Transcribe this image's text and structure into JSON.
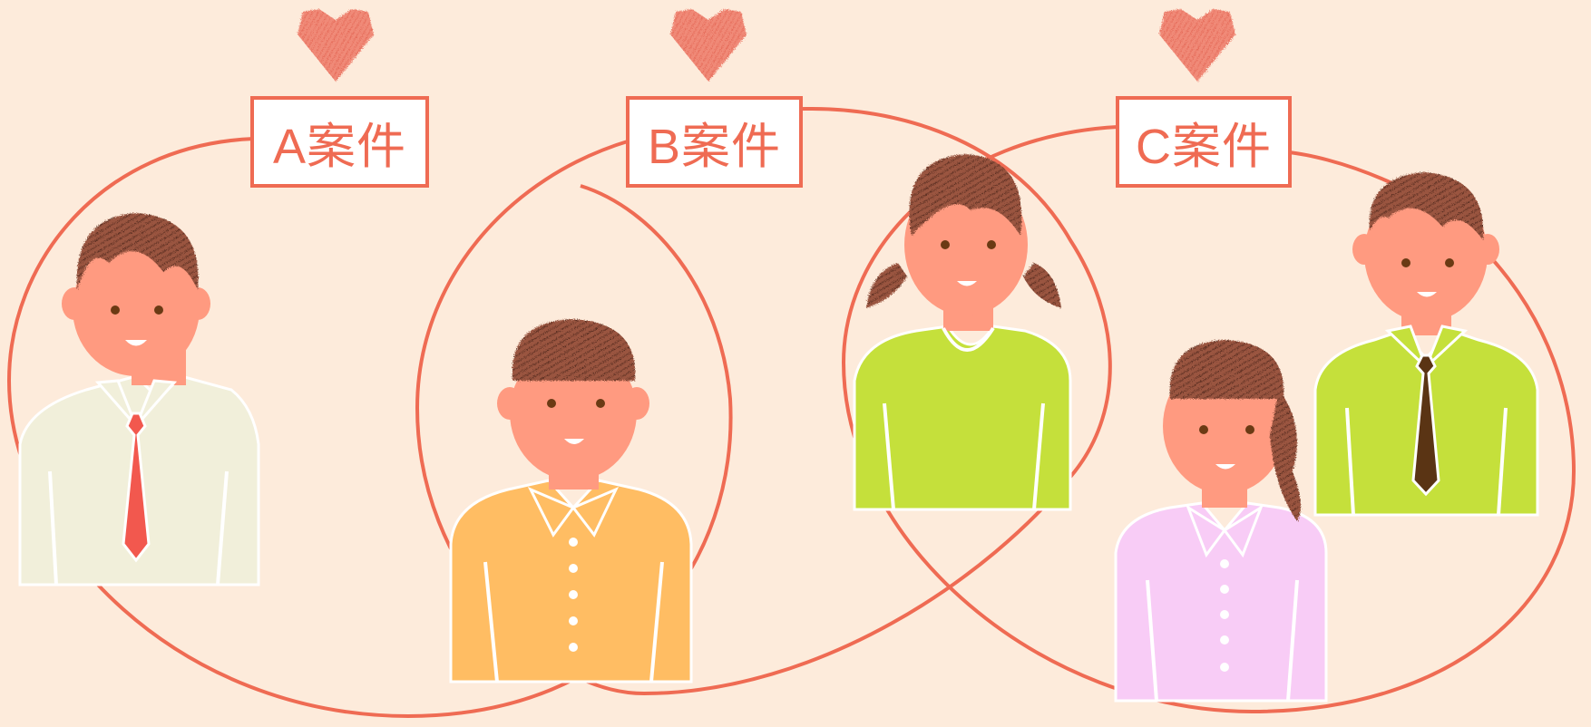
{
  "colors": {
    "background": "#FDEBDB",
    "accent": "#EF6B53",
    "heart": "#F08272",
    "skin": "#FF9A80",
    "hair": "#8A4A36"
  },
  "groups": [
    {
      "label": "A案件",
      "icon": "heart-icon"
    },
    {
      "label": "B案件",
      "icon": "heart-icon"
    },
    {
      "label": "C案件",
      "icon": "heart-icon"
    }
  ],
  "people": [
    {
      "name": "man-with-red-tie",
      "shirt": "#F1EFDA",
      "tie": "#F2584E"
    },
    {
      "name": "woman-orange-blouse",
      "shirt": "#FFBD63"
    },
    {
      "name": "girl-green-shirt",
      "shirt": "#C5E03B"
    },
    {
      "name": "woman-pink-blouse",
      "shirt": "#F8CCF6"
    },
    {
      "name": "man-green-shirt-brown-tie",
      "shirt": "#C5E03B",
      "tie": "#5A3414"
    }
  ]
}
